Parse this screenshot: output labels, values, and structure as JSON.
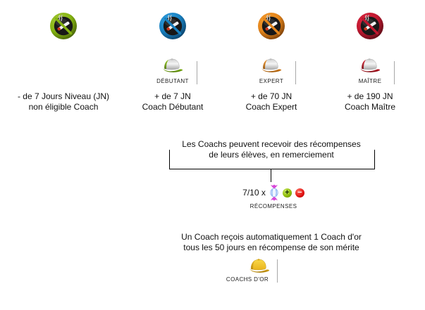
{
  "columns": [
    {
      "line1": "- de 7 Jours Niveau (JN)",
      "line2": "non éligible Coach",
      "badge_color_light": "#a6c838",
      "badge_color_mid": "#85b412",
      "badge_color_dark": "#3f5806"
    },
    {
      "cap_label": "DÉBUTANT",
      "line1": "+ de 7 JN",
      "line2": "Coach Débutant",
      "badge_color_light": "#34a2e2",
      "badge_color_mid": "#1880c0",
      "badge_color_dark": "#0b3a5e",
      "cap_color": "#90c614",
      "cap_color_dark": "#4f7a05"
    },
    {
      "cap_label": "EXPERT",
      "line1": "+ de 70 JN",
      "line2": "Coach Expert",
      "badge_color_light": "#f49c30",
      "badge_color_mid": "#e4861c",
      "badge_color_dark": "#6c3404",
      "cap_color": "#ee8c1e",
      "cap_color_dark": "#9c5606"
    },
    {
      "cap_label": "MAÎTRE",
      "line1": "+ de 190 JN",
      "line2": "Coach Maître",
      "badge_color_light": "#dc2840",
      "badge_color_mid": "#c01830",
      "badge_color_dark": "#4e0a12",
      "cap_color": "#d81828",
      "cap_color_dark": "#7e0c14"
    }
  ],
  "rewards": {
    "intro_line1": "Les Coachs peuvent recevoir des récompenses",
    "intro_line2": "de leurs élèves, en remerciement",
    "counter": "7/10 x",
    "plus_label": "+",
    "minus_label": "−",
    "caption": "RÉCOMPENSES",
    "plus_color": "#8ab800",
    "minus_color": "#e01010",
    "candy_color": "#d848d8"
  },
  "gold_coach": {
    "line1": "Un Coach reçois automatiquement 1 Coach d'or",
    "line2": "tous les 50 jours en récompense de son mérite",
    "caption": "COACHS D'OR",
    "cap_color_light": "#f8d848",
    "cap_color": "#eab41c",
    "cap_color_dark": "#a87c08"
  }
}
